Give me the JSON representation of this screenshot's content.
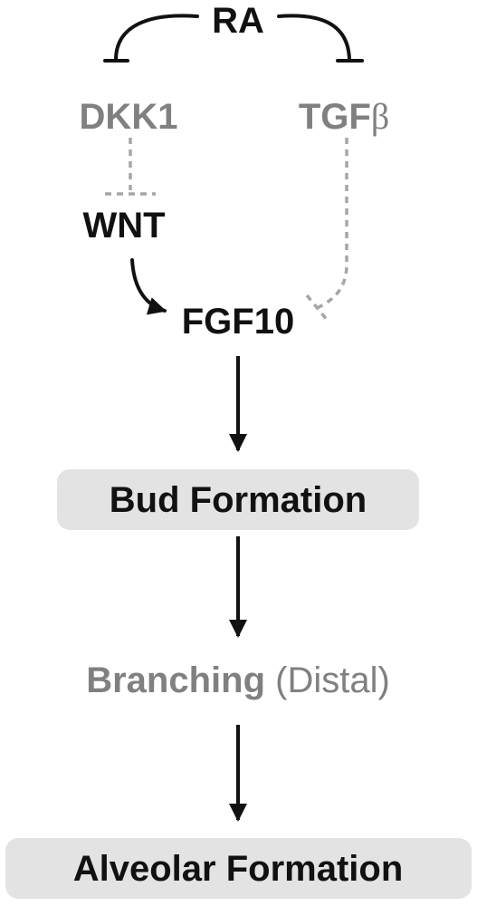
{
  "diagram": {
    "nodes": {
      "ra": "RA",
      "dkk1": "DKK1",
      "tgf_prefix": "TGF",
      "tgf_symbol": "β",
      "wnt": "WNT",
      "fgf10": "FGF10",
      "bud_formation": "Bud Formation",
      "branching": "Branching",
      "branching_note": "(Distal)",
      "alveolar_formation": "Alveolar Formation"
    },
    "colors": {
      "active": "#111111",
      "inactive": "#808080",
      "dashed_edge": "#a6a6a6",
      "box_fill": "#e3e3e3"
    },
    "edges": [
      {
        "from": "RA",
        "to": "DKK1",
        "type": "inhibition",
        "style": "solid"
      },
      {
        "from": "RA",
        "to": "TGFβ",
        "type": "inhibition",
        "style": "solid"
      },
      {
        "from": "DKK1",
        "to": "WNT",
        "type": "inhibition",
        "style": "dashed"
      },
      {
        "from": "TGFβ",
        "to": "FGF10",
        "type": "inhibition",
        "style": "dashed"
      },
      {
        "from": "WNT",
        "to": "FGF10",
        "type": "activation",
        "style": "solid"
      },
      {
        "from": "FGF10",
        "to": "Bud Formation",
        "type": "activation",
        "style": "solid"
      },
      {
        "from": "Bud Formation",
        "to": "Branching (Distal)",
        "type": "activation",
        "style": "solid"
      },
      {
        "from": "Branching (Distal)",
        "to": "Alveolar Formation",
        "type": "activation",
        "style": "solid"
      }
    ]
  }
}
